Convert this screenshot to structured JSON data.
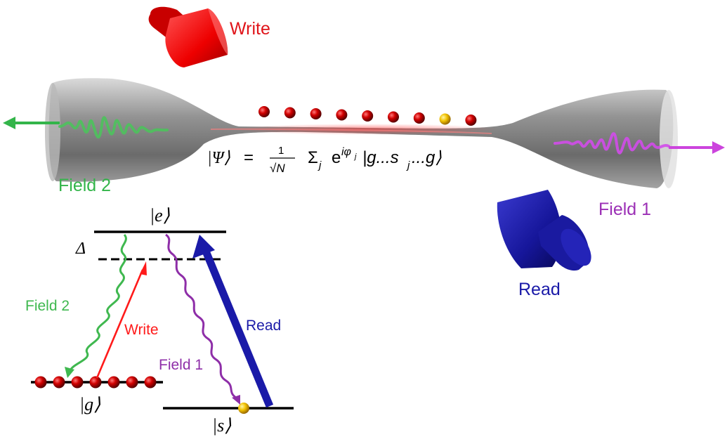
{
  "fiber": {
    "write_label": "Write",
    "read_label": "Read",
    "field2_label": "Field 2",
    "field1_label": "Field 1",
    "atom_count": 9,
    "excited_atom_index": 7
  },
  "equation": {
    "psi": "|Ψ⟩",
    "equals": "=",
    "frac_num": "1",
    "frac_den": "√N",
    "sum": "Σ",
    "sum_sub": "j",
    "exp_base": "e",
    "exp_sup": "iφ",
    "exp_sup_sub": "j",
    "ket_start": "|g...s",
    "ket_sub": "j",
    "ket_end": "...g⟩"
  },
  "levels": {
    "excited": "|e⟩",
    "ground": "|g⟩",
    "storage": "|s⟩",
    "detuning": "Δ",
    "field2_label": "Field 2",
    "write_label": "Write",
    "read_label": "Read",
    "field1_label": "Field 1",
    "ground_atom_count": 7
  },
  "colors": {
    "write": "#ff1a1a",
    "read": "#1a1aa8",
    "field2": "#33b54a",
    "field1": "#8e2ea8",
    "field1_fiber": "#cc44dd",
    "atom": "#cc0000",
    "excited_atom": "#f2c200"
  }
}
